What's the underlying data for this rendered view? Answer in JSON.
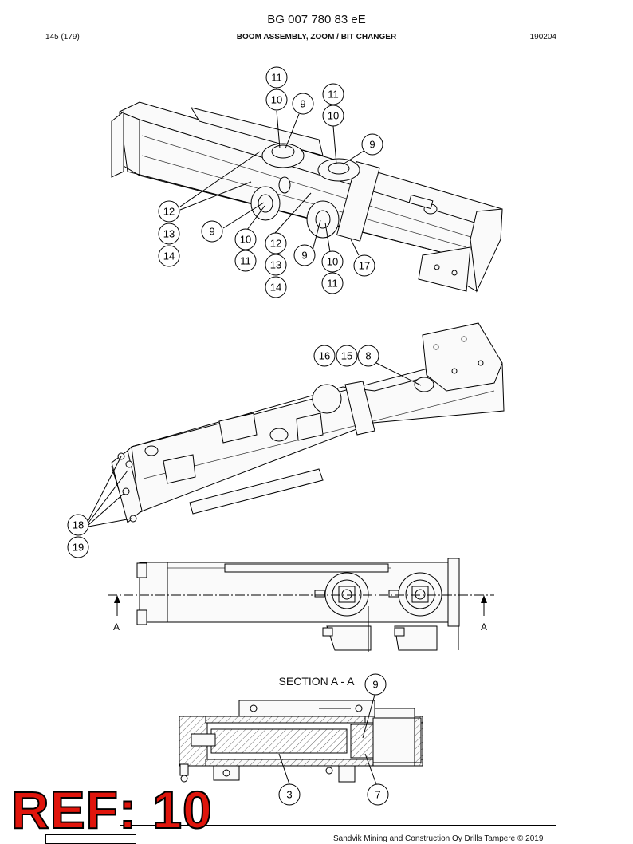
{
  "header": {
    "doc_code": "BG 007 780 83 eE",
    "page": "145 (179)",
    "title": "BOOM ASSEMBLY, ZOOM / BIT CHANGER",
    "date": "190204"
  },
  "drawing": {
    "section_title": "SECTION A - A",
    "section_marker_left": "A",
    "section_marker_right": "A",
    "callouts": [
      "11",
      "10",
      "9",
      "11",
      "10",
      "9",
      "12",
      "13",
      "14",
      "9",
      "10",
      "11",
      "12",
      "13",
      "14",
      "9",
      "10",
      "11",
      "17",
      "16",
      "15",
      "8",
      "18",
      "19",
      "9",
      "3",
      "7"
    ]
  },
  "watermark": "REF: 10",
  "footer": {
    "copyright": "Sandvik Mining and Construction Oy Drills Tampere © 2019"
  }
}
